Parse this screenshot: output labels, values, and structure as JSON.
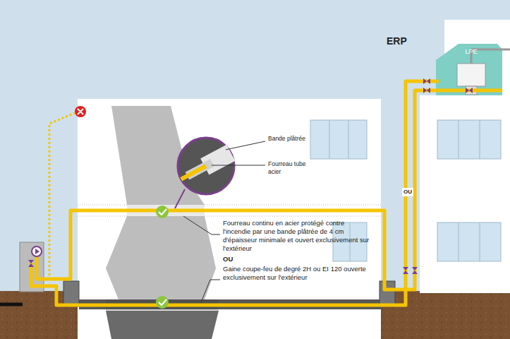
{
  "diagram": {
    "nodes": [
      {
        "text": [
          "LPE"
        ]
      }
    ],
    "labels": [
      "ERP",
      "Bande plâtrée",
      "Fourreau tube acier",
      "Fourreau continu en acier protégé contre l'incendie par une bande plâtrée de 4 cm d'épaisseur minimale et ouvert exclusivement sur l'extérieur",
      "OU",
      "Gaine coupe-feu de degré 2H ou EI 120 ouverte exclusivement sur l'extérieur",
      "OU"
    ]
  }
}
